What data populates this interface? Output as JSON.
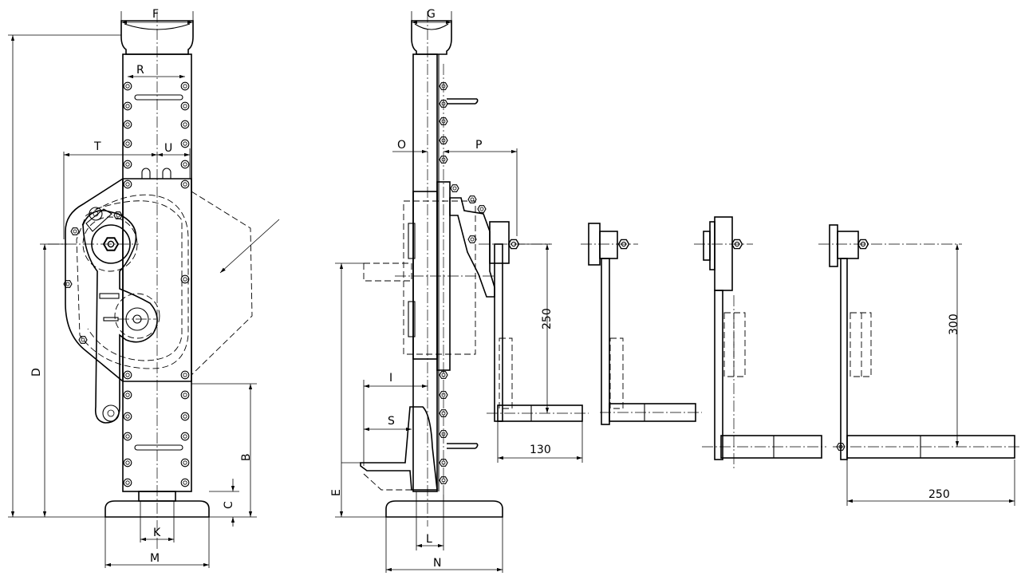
{
  "drawing": {
    "labels": {
      "F": "F",
      "G": "G",
      "R": "R",
      "T": "T",
      "U": "U",
      "O": "O",
      "P": "P",
      "D": "D",
      "B": "B",
      "C": "C",
      "K": "K",
      "M": "M",
      "E": "E",
      "I": "I",
      "S": "S",
      "L": "L",
      "N": "N"
    },
    "dimensions": {
      "lever_height_1": "250",
      "lever_width_1": "130",
      "lever_height_2": "300",
      "lever_width_2": "250"
    },
    "colors": {
      "line": "#000000",
      "background": "#ffffff"
    }
  }
}
